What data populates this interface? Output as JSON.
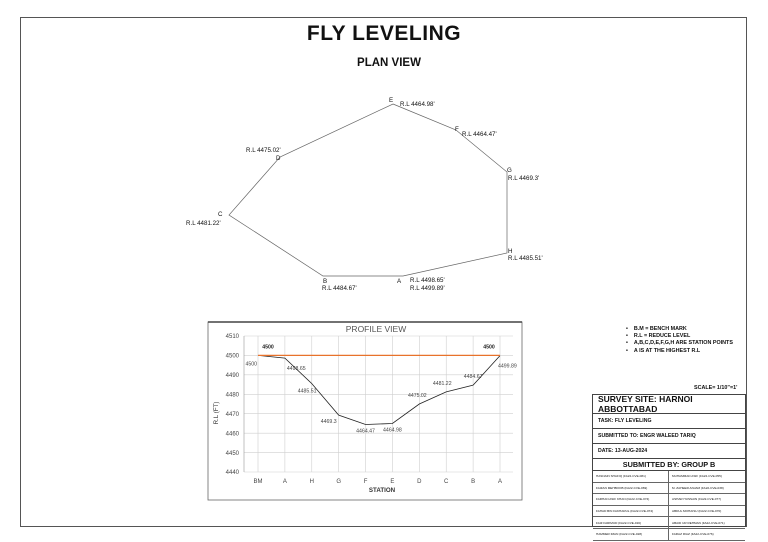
{
  "title": "FLY LEVELING",
  "plan_title": "PLAN VIEW",
  "plan": {
    "stations": [
      {
        "letter": "E",
        "rl": "R.L 4464.98'"
      },
      {
        "letter": "F",
        "rl": "R.L 4464.47'"
      },
      {
        "letter": "G",
        "rl": "R.L 4469.3'"
      },
      {
        "letter": "H",
        "rl": "R.L 4485.51'"
      },
      {
        "letter": "A",
        "rl": "R.L 4498.65'",
        "rl2": "R.L 4499.89'"
      },
      {
        "letter": "B",
        "rl": "R.L 4484.67'"
      },
      {
        "letter": "C",
        "rl": "R.L 4481.22'"
      },
      {
        "letter": "D",
        "rl": "R.L 4475.02'"
      }
    ]
  },
  "chart_data": {
    "type": "line",
    "title": "PROFILE VIEW",
    "xlabel": "STATION",
    "ylabel": "R.L (FT)",
    "categories": [
      "BM",
      "A",
      "H",
      "G",
      "F",
      "E",
      "D",
      "C",
      "B",
      "A"
    ],
    "ylim": [
      4440,
      4510
    ],
    "yticks": [
      4440,
      4450,
      4460,
      4470,
      4480,
      4490,
      4500,
      4510
    ],
    "grid": true,
    "series": [
      {
        "values": [
          4500,
          4498.65,
          4485.51,
          4469.3,
          4464.47,
          4464.98,
          4475.02,
          4481.22,
          4484.67,
          4499.89
        ],
        "color": "#222222"
      },
      {
        "values": [
          4500,
          4500,
          4500,
          4500,
          4500,
          4500,
          4500,
          4500,
          4500,
          4500
        ],
        "color": "#e8722b"
      }
    ],
    "point_labels": [
      "4500",
      "4498.65",
      "4485.51",
      "4469.3",
      "4464.47",
      "4464.98",
      "4475.02",
      "4481.22",
      "4484.67",
      "4499.89"
    ],
    "ref_labels": [
      "4500",
      "4500"
    ]
  },
  "legend": [
    "B.M = BENCH MARK",
    "R.L = REDUCE LEVEL",
    "A,B,C,D,E,F,G,H ARE STATION POINTS",
    "A IS AT THE HIGHEST R.L"
  ],
  "scale": "SCALE= 1/10\"=1'",
  "titleblock": {
    "site": "SURVEY SITE: HARNOI ABBOTTABAD",
    "task": "TASK: FLY LEVELING",
    "submitted_to": "SUBMITTED TO: ENGR WALEED TARIQ",
    "date": "DATE: 13-AUG-2024",
    "group": "SUBMITTED BY: GROUP B",
    "members": [
      "HASNAIN SHAFIQ (FA22-CVE-081)",
      "MUHAMMAD ASIF (FA22-CVE-055)",
      "FAIZAN MEHBOOB (FA22-CVE-069)",
      "M. ZAHEER ANJAM (FA22-CVE-038)",
      "FARHAN ASIF KHAN (FA22-CVE-074)",
      "ASHAR HUSSAIN (FA22-CVE-077)",
      "FAHAD BIN FAKHARUL (FA22-CVE-074)",
      "ABDUL MOHAISU (FA22-CVE-070)",
      "FAIZ FARIMUD (FA22-CVE-016)",
      "ABAID UR REHMAN (FA22-CVE-071)",
      "HAMMER IMAN (FA22-CVE-028)",
      "FARAZ RIAZ (FA22-CVE-076)"
    ]
  }
}
